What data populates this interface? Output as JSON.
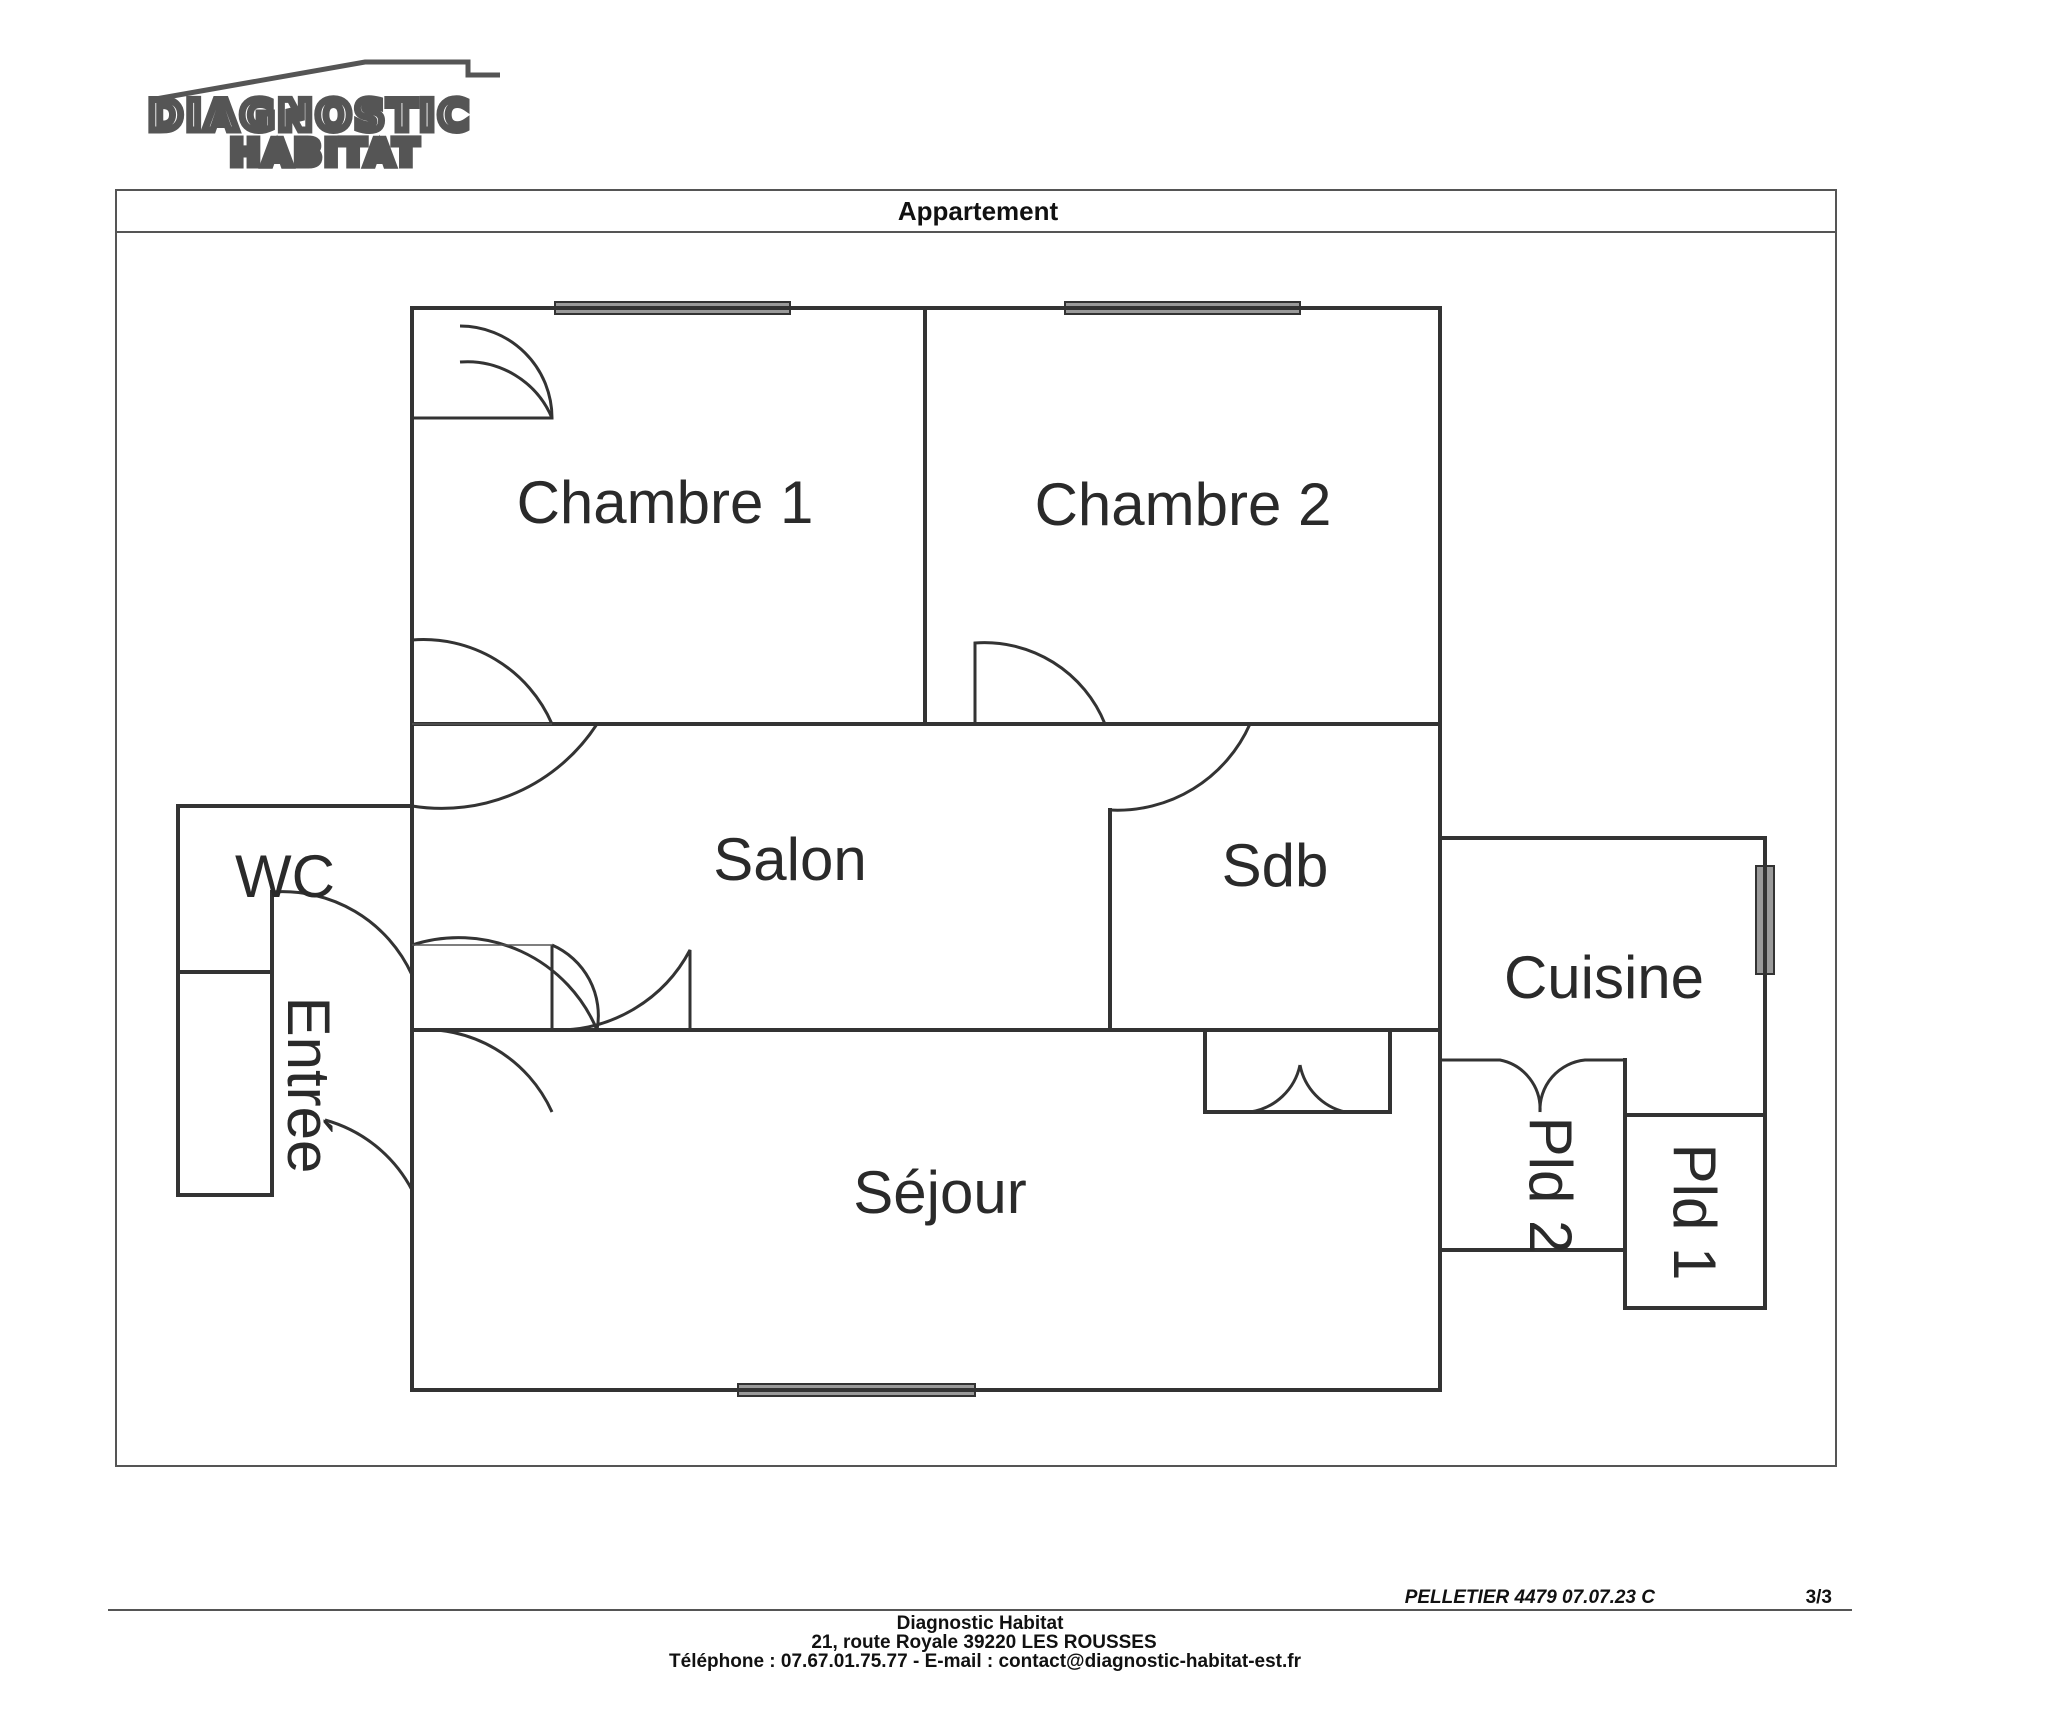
{
  "logo": {
    "line1": "DIAGNOSTIC",
    "line2": "HABITAT"
  },
  "plan_title": "Appartement",
  "rooms": {
    "chambre1": "Chambre 1",
    "chambre2": "Chambre 2",
    "salon": "Salon",
    "sdb": "Sdb",
    "wc": "WC",
    "cuisine": "Cuisine",
    "entree": "Entrée",
    "sejour": "Séjour",
    "pld2": "Pld 2",
    "pld1": "Pld 1"
  },
  "footer": {
    "reference": "PELLETIER 4479 07.07.23 C",
    "page": "3/3",
    "company": "Diagnostic Habitat",
    "address": "21, route Royale 39220 LES ROUSSES",
    "contact": "Téléphone : 07.67.01.75.77 -  E-mail : contact@diagnostic-habitat-est.fr"
  },
  "colors": {
    "wall": "#333333",
    "window": "#9a9a9a",
    "text": "#2a2a2a"
  }
}
